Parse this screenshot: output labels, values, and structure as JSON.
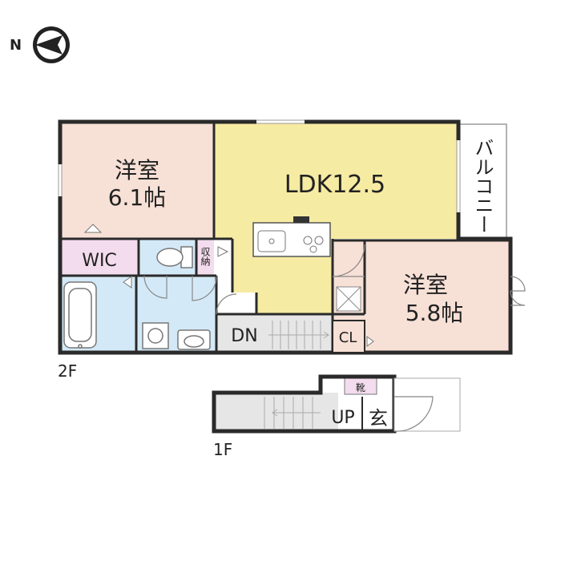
{
  "compass": {
    "label": "N"
  },
  "floor2": {
    "label": "2F",
    "rooms": {
      "western_room_1": {
        "name": "洋室",
        "size": "6.1帖"
      },
      "ldk": {
        "name": "LDK12.5"
      },
      "balcony": {
        "name": "バルコニー"
      },
      "western_room_2": {
        "name": "洋室",
        "size": "5.8帖"
      },
      "wic": {
        "name": "WIC"
      },
      "storage": {
        "name": "収納"
      },
      "stairs_down": {
        "name": "DN"
      },
      "closet": {
        "name": "CL"
      }
    }
  },
  "floor1": {
    "label": "1F",
    "rooms": {
      "stairs_up": {
        "name": "UP"
      },
      "entrance": {
        "name": "玄"
      },
      "shoe_box": {
        "name": "靴"
      }
    }
  },
  "colors": {
    "western_room": "#f7e0d6",
    "ldk": "#f6eba2",
    "wet_area": "#d4e9f7",
    "wic": "#f3dced",
    "stairs": "#e6e6e6",
    "wall": "#2a2a2a"
  }
}
